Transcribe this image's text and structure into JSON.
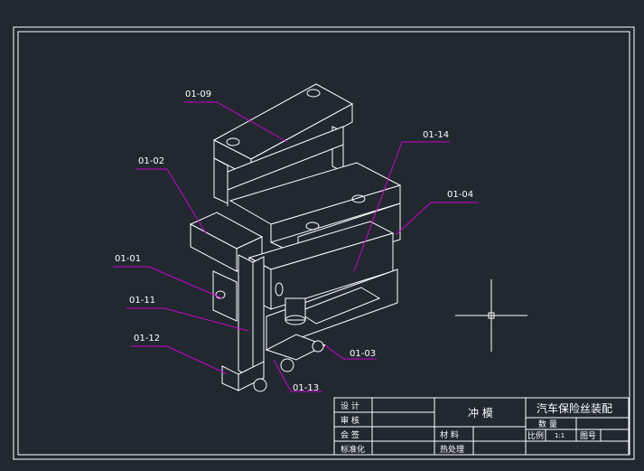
{
  "colors": {
    "background": "#212830",
    "lines": "#ffffff",
    "leaders": "#d000d0"
  },
  "callouts": [
    {
      "id": "01-09",
      "text": "01-09"
    },
    {
      "id": "01-02",
      "text": "01-02"
    },
    {
      "id": "01-14",
      "text": "01-14"
    },
    {
      "id": "01-04",
      "text": "01-04"
    },
    {
      "id": "01-01",
      "text": "01-01"
    },
    {
      "id": "01-11",
      "text": "01-11"
    },
    {
      "id": "01-12",
      "text": "01-12"
    },
    {
      "id": "01-13",
      "text": "01-13"
    },
    {
      "id": "01-03",
      "text": "01-03"
    }
  ],
  "title_block": {
    "design": "设 计",
    "review": "审 核",
    "countersign": "会 签",
    "standardization": "标准化",
    "name": "冲 模",
    "material": "材 料",
    "heat_treatment": "热处理",
    "drawing_title": "汽车保险丝装配",
    "quantity": "数 量",
    "scale_label": "比例",
    "scale_value": "1:1",
    "drawing_no": "图号"
  }
}
